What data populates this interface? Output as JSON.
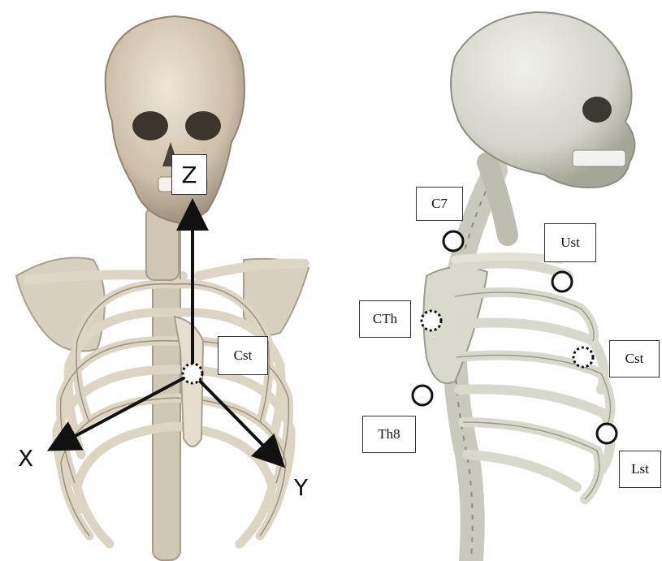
{
  "left_view": {
    "axes": {
      "z": "Z",
      "x": "X",
      "y": "Y"
    },
    "origin_label": "Cst"
  },
  "right_view": {
    "markers": {
      "c7": "C7",
      "ust": "Ust",
      "cth": "CTh",
      "cst": "Cst",
      "th8": "Th8",
      "lst": "Lst"
    }
  },
  "colors": {
    "bone": "#e2dccd",
    "bone_shadow": "#b9b1a0",
    "skull": "#d9cfbd",
    "ink": "#111111"
  }
}
